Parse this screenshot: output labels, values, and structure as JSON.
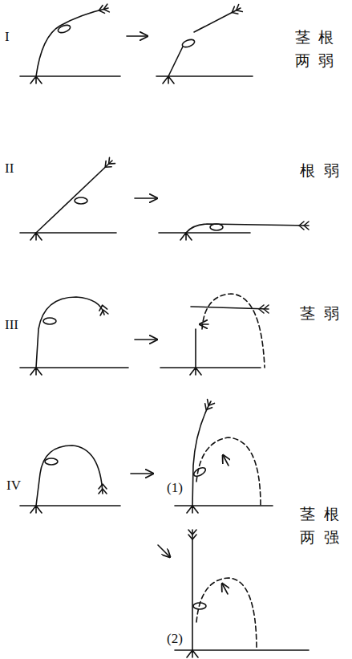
{
  "diagram": {
    "labels": [
      "I",
      "茎根两弱",
      "II",
      "根弱",
      "III",
      "茎弱",
      "IV",
      "(1)",
      "茎根两强",
      "(2)"
    ]
  }
}
